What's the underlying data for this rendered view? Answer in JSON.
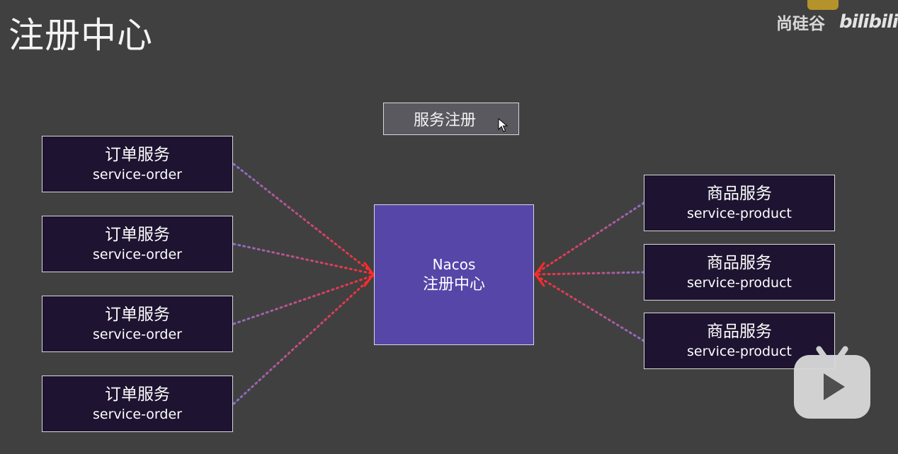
{
  "page": {
    "title": "注册中心"
  },
  "watermark": {
    "org": "尚硅谷",
    "logo": "bilibili"
  },
  "tab": {
    "label": "服务注册"
  },
  "center": {
    "name_en": "Nacos",
    "name_cn": "注册中心"
  },
  "left_services": [
    {
      "cn": "订单服务",
      "en": "service-order"
    },
    {
      "cn": "订单服务",
      "en": "service-order"
    },
    {
      "cn": "订单服务",
      "en": "service-order"
    },
    {
      "cn": "订单服务",
      "en": "service-order"
    }
  ],
  "right_services": [
    {
      "cn": "商品服务",
      "en": "service-product"
    },
    {
      "cn": "商品服务",
      "en": "service-product"
    },
    {
      "cn": "商品服务",
      "en": "service-product"
    }
  ],
  "colors": {
    "background": "#404040",
    "service_box": "#1e1330",
    "center_box": "#5646a8",
    "connector_start": "#8a6fc9",
    "connector_end": "#ff2a2a"
  },
  "icons": {
    "cursor": "mouse-pointer-icon",
    "player": "bilibili-play-icon"
  }
}
